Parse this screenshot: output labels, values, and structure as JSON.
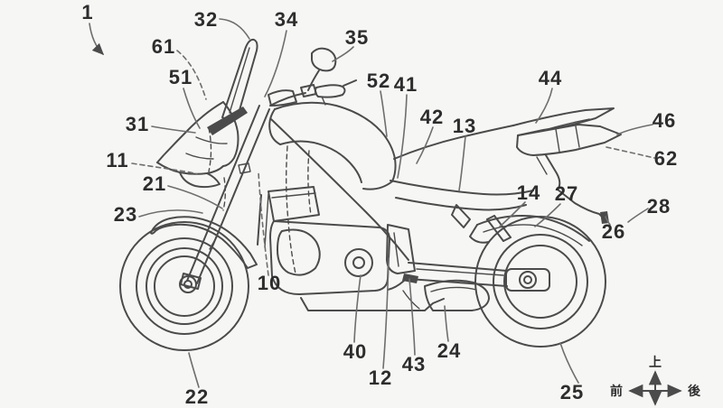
{
  "figure": {
    "type": "patent-line-drawing",
    "subject": "Motorcycle right-side elevation view with numbered reference parts",
    "reference_labels": [
      "1",
      "32",
      "34",
      "35",
      "61",
      "51",
      "52",
      "41",
      "44",
      "42",
      "13",
      "31",
      "46",
      "62",
      "11",
      "21",
      "14",
      "27",
      "28",
      "23",
      "26",
      "10",
      "22",
      "40",
      "12",
      "43",
      "24",
      "25"
    ],
    "compass": {
      "up_label": "上",
      "front_label": "前",
      "rear_label": "後"
    }
  },
  "colors": {
    "background": "#f6f6f4",
    "line": "#4b4b4b",
    "leader": "#6e6e6e",
    "label_text": "#2d2d2d"
  }
}
